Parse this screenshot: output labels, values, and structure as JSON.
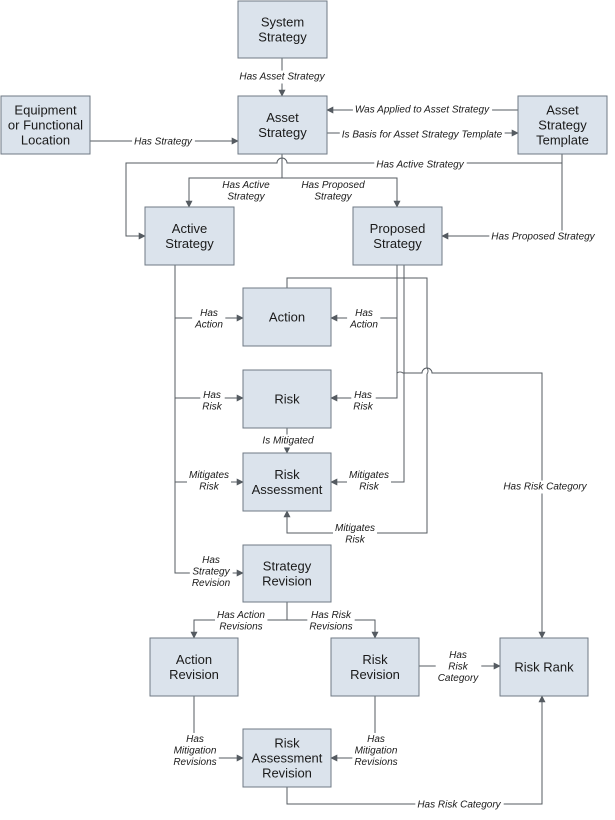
{
  "nodes": {
    "system_strategy": [
      "System",
      "Strategy"
    ],
    "asset_strategy": [
      "Asset",
      "Strategy"
    ],
    "equipment": [
      "Equipment",
      "or Functional",
      "Location"
    ],
    "asset_strategy_template": [
      "Asset",
      "Strategy",
      "Template"
    ],
    "active_strategy": [
      "Active",
      "Strategy"
    ],
    "proposed_strategy": [
      "Proposed",
      "Strategy"
    ],
    "action": [
      "Action"
    ],
    "risk": [
      "Risk"
    ],
    "risk_assessment": [
      "Risk",
      "Assessment"
    ],
    "strategy_revision": [
      "Strategy",
      "Revision"
    ],
    "action_revision": [
      "Action",
      "Revision"
    ],
    "risk_revision": [
      "Risk",
      "Revision"
    ],
    "risk_rank": [
      "Risk Rank"
    ],
    "risk_assessment_revision": [
      "Risk",
      "Assessment",
      "Revision"
    ]
  },
  "edges": {
    "has_asset_strategy": [
      "Has Asset Strategy"
    ],
    "has_strategy": [
      "Has Strategy"
    ],
    "was_applied": [
      "Was Applied to Asset Strategy"
    ],
    "is_basis": [
      "Is Basis for Asset Strategy Template"
    ],
    "has_active_strategy_top": [
      "Has Active Strategy"
    ],
    "has_active_strategy": [
      "Has Active",
      "Strategy"
    ],
    "has_proposed_strategy": [
      "Has Proposed",
      "Strategy"
    ],
    "has_proposed_strategy_right": [
      "Has Proposed Strategy"
    ],
    "has_action_left": [
      "Has",
      "Action"
    ],
    "has_action_right": [
      "Has",
      "Action"
    ],
    "has_risk_left": [
      "Has",
      "Risk"
    ],
    "has_risk_right": [
      "Has",
      "Risk"
    ],
    "is_mitigated": [
      "Is Mitigated"
    ],
    "mitigates_risk_left": [
      "Mitigates",
      "Risk"
    ],
    "mitigates_risk_right": [
      "Mitigates",
      "Risk"
    ],
    "mitigates_risk_bottom": [
      "Mitigates",
      "Risk"
    ],
    "has_risk_category_right": [
      "Has Risk Category"
    ],
    "has_strategy_revision": [
      "Has",
      "Strategy",
      "Revision"
    ],
    "has_action_revisions": [
      "Has Action",
      "Revisions"
    ],
    "has_risk_revisions": [
      "Has Risk",
      "Revisions"
    ],
    "has_risk_category_mid": [
      "Has",
      "Risk",
      "Category"
    ],
    "has_mitigation_revisions_left": [
      "Has",
      "Mitigation",
      "Revisions"
    ],
    "has_mitigation_revisions_right": [
      "Has",
      "Mitigation",
      "Revisions"
    ],
    "has_risk_category_bottom": [
      "Has Risk Category"
    ]
  }
}
